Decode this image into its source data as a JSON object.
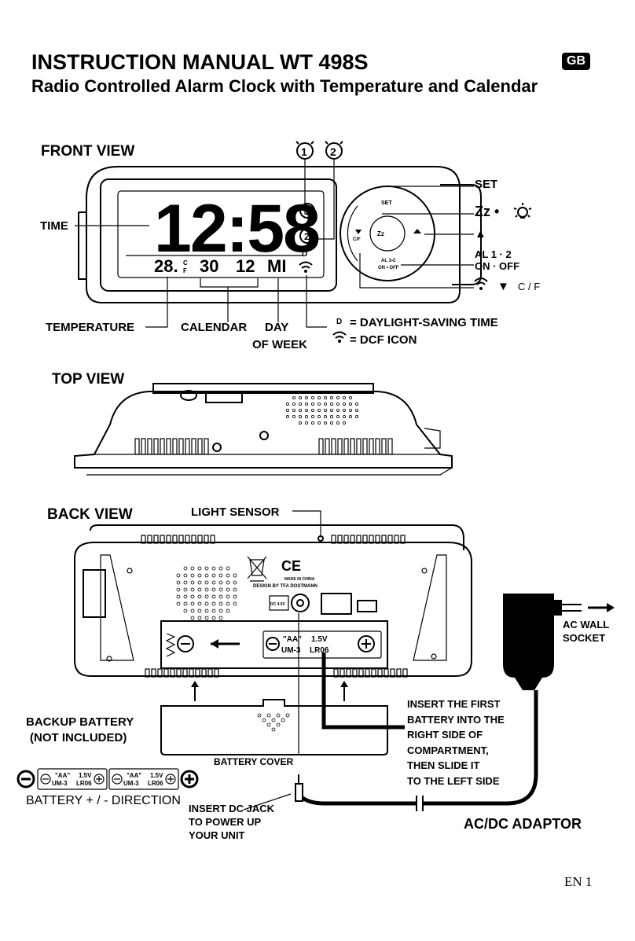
{
  "header": {
    "title": "INSTRUCTION MANUAL WT 498S",
    "subtitle": "Radio Controlled Alarm Clock with Temperature and Calendar",
    "lang_badge": "GB"
  },
  "front_view": {
    "heading": "FRONT VIEW",
    "display_time": "12:58",
    "alarm1": "1",
    "alarm2": "2",
    "temp_value": "28.",
    "temp_unit_c": "C",
    "temp_unit_f": "F",
    "date_day": "30",
    "date_month": "12",
    "weekday": "MI",
    "dst_mark": "D",
    "labels": {
      "time": "TIME",
      "temperature": "TEMPERATURE",
      "calendar": "CALENDAR",
      "day": "DAY",
      "of_week": "OF WEEK",
      "dst": "= DAYLIGHT-SAVING TIME",
      "dst_d": "D",
      "dcf": "= DCF ICON",
      "set": "SET",
      "snooze": "Zz •",
      "up": "▲",
      "al": "AL 1 · 2",
      "onoff": "ON · OFF",
      "down": "▼",
      "cf": "C / F"
    },
    "buttons": {
      "set": "SET",
      "snooze": "Zz",
      "al": "AL 1•2",
      "onoff": "ON • OFF",
      "cf": "C/F"
    },
    "icons": [
      "alarm-1-icon",
      "alarm-2-icon",
      "dcf-signal-icon",
      "light-bulb-icon"
    ]
  },
  "top_view": {
    "heading": "TOP VIEW"
  },
  "back_view": {
    "heading": "BACK VIEW",
    "light_sensor": "LIGHT SENSOR",
    "ce_mark": "CE",
    "made_in": "MADE IN CHINA",
    "design_by": "DESIGN BY TFA DOSTMANN",
    "dc_label": "DC 4.5V",
    "battery_aa": "\"AA\"",
    "battery_um3": "UM-3",
    "battery_v": "1.5V",
    "battery_lr06": "LR06",
    "battery_cover": "BATTERY COVER",
    "backup_battery_1": "BACKUP BATTERY",
    "backup_battery_2": "(NOT INCLUDED)",
    "battery_direction": "BATTERY + / - DIRECTION",
    "insert_first": [
      "INSERT THE FIRST",
      "BATTERY INTO THE",
      "RIGHT SIDE OF",
      "COMPARTMENT,",
      "THEN SLIDE IT",
      "TO THE  LEFT SIDE"
    ],
    "ac_wall": [
      "AC WALL",
      "SOCKET"
    ],
    "insert_dc": [
      "INSERT DC JACK",
      "TO POWER UP",
      "YOUR UNIT"
    ],
    "adaptor": "AC/DC ADAPTOR"
  },
  "footer": {
    "page": "EN 1"
  }
}
